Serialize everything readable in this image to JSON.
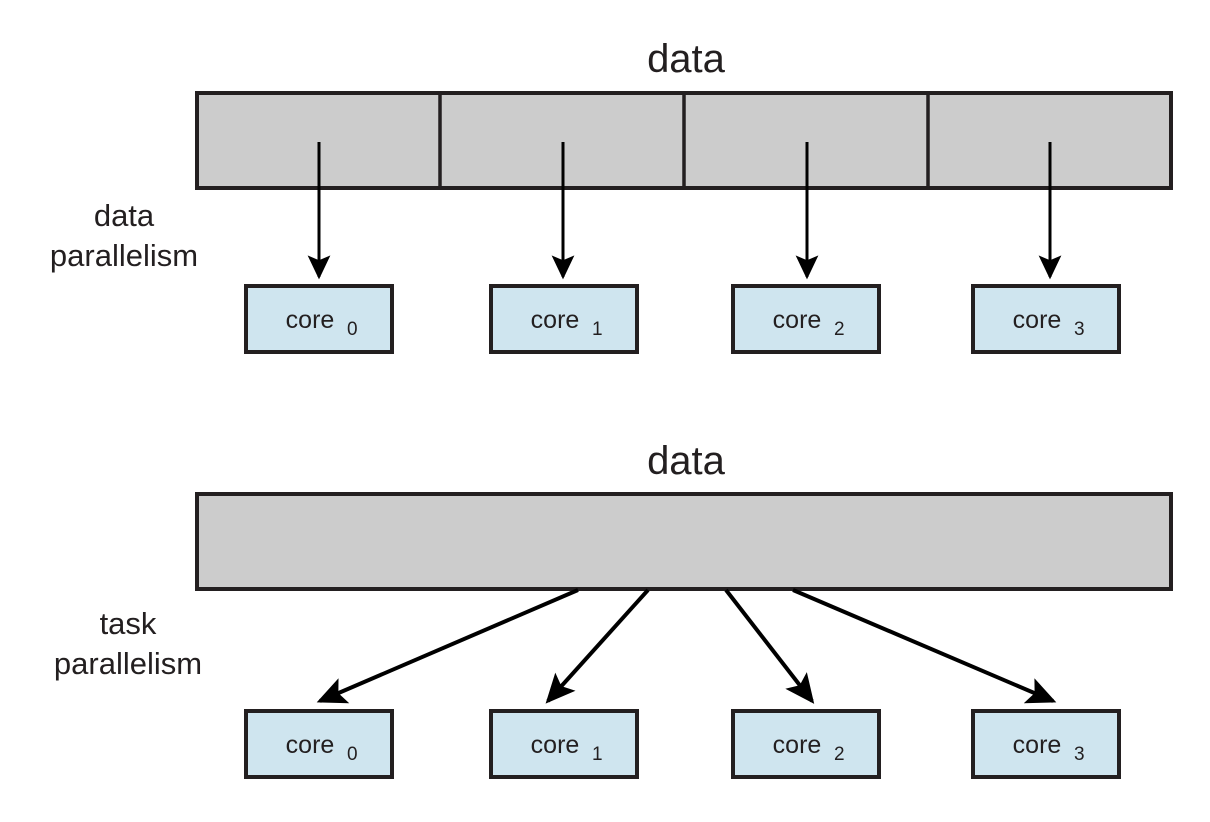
{
  "figure": {
    "sections": [
      {
        "id": "data-parallelism",
        "side_label_line1": "data",
        "side_label_line2": "parallelism",
        "bar_title": "data",
        "bar_segments": 4,
        "cores": [
          {
            "label": "core",
            "index": "0"
          },
          {
            "label": "core",
            "index": "1"
          },
          {
            "label": "core",
            "index": "2"
          },
          {
            "label": "core",
            "index": "3"
          }
        ]
      },
      {
        "id": "task-parallelism",
        "side_label_line1": "task",
        "side_label_line2": "parallelism",
        "bar_title": "data",
        "bar_segments": 1,
        "cores": [
          {
            "label": "core",
            "index": "0"
          },
          {
            "label": "core",
            "index": "1"
          },
          {
            "label": "core",
            "index": "2"
          },
          {
            "label": "core",
            "index": "3"
          }
        ]
      }
    ]
  },
  "colors": {
    "bar_fill": "#cccccc",
    "core_fill": "#cfe5ef",
    "stroke": "#231f20",
    "background": "#ffffff"
  }
}
